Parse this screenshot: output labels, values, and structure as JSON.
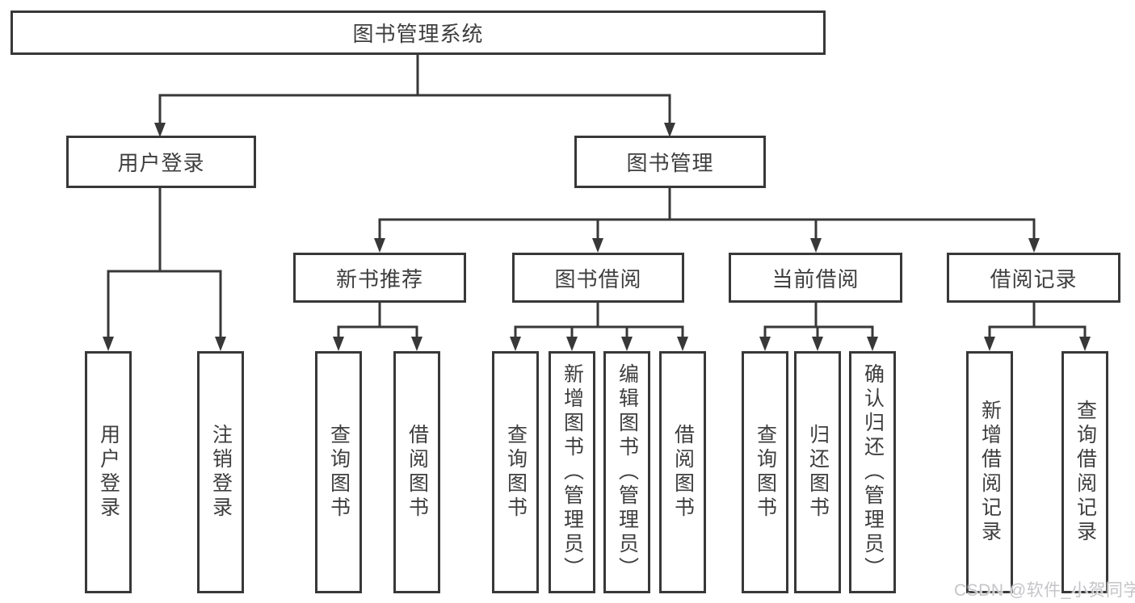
{
  "diagram": {
    "title": "图书管理系统",
    "branches": [
      {
        "label": "用户登录",
        "leaves": [
          "用户登录",
          "注销登录"
        ]
      },
      {
        "label": "图书管理",
        "groups": [
          {
            "label": "新书推荐",
            "leaves": [
              "查询图书",
              "借阅图书"
            ]
          },
          {
            "label": "图书借阅",
            "leaves": [
              "查询图书",
              "新增图书（管理员）",
              "编辑图书（管理员）",
              "借阅图书"
            ]
          },
          {
            "label": "当前借阅",
            "leaves": [
              "查询图书",
              "归还图书",
              "确认归还（管理员）"
            ]
          },
          {
            "label": "借阅记录",
            "leaves": [
              "新增借阅记录",
              "查询借阅记录"
            ]
          }
        ]
      }
    ]
  },
  "watermark": {
    "text": "CSDN @软件_小贺同学"
  },
  "colors": {
    "line": "#383838",
    "box_border": "#383838",
    "text": "#3e3e3e",
    "background": "#ffffff",
    "watermark": "#c5c5c9"
  }
}
